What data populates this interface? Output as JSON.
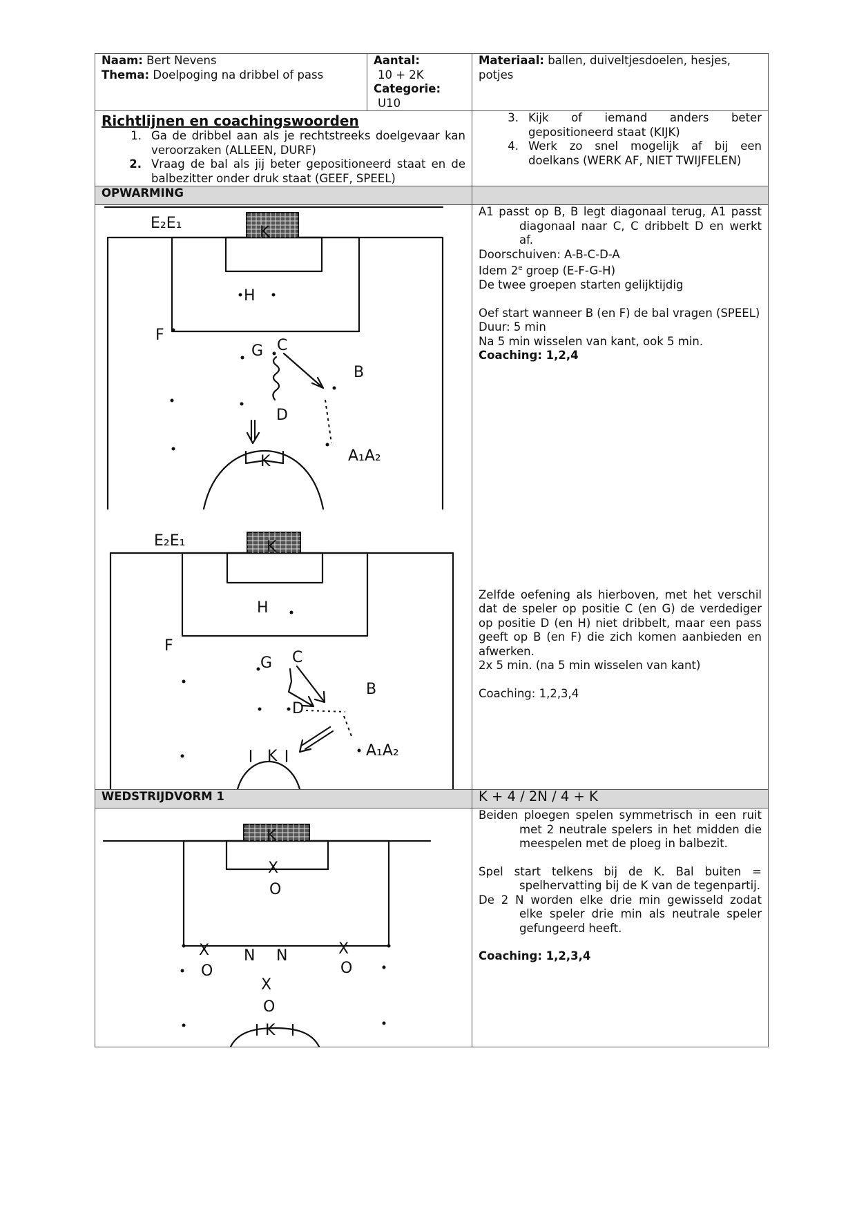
{
  "header": {
    "naam_label": "Naam:",
    "naam_value": "Bert Nevens",
    "thema_label": "Thema:",
    "thema_value": "Doelpoging na dribbel of pass",
    "aantal_label": "Aantal:",
    "aantal_value": "10 + 2K",
    "categorie_label": "Categorie:",
    "categorie_value": "U10",
    "materiaal_label": "Materiaal:",
    "materiaal_value": "ballen, duiveltjesdoelen, hesjes, potjes"
  },
  "guidelines": {
    "title": "Richtlijnen en coachingswoorden",
    "items": [
      {
        "num": "1.",
        "text": "Ga de dribbel aan als je rechtstreeks doelgevaar kan veroorzaken (ALLEEN, DURF)"
      },
      {
        "num": "2.",
        "text": "Vraag de bal als jij beter gepositioneerd staat en de balbezitter onder druk staat (GEEF, SPEEL)"
      },
      {
        "num": "3.",
        "text": "Kijk of iemand anders beter gepositioneerd staat (KIJK)"
      },
      {
        "num": "4.",
        "text": "Werk zo snel mogelijk af bij een doelkans (WERK AF, NIET TWIJFELEN)"
      }
    ]
  },
  "opwarming": {
    "title": "OPWARMING",
    "ex1": {
      "line1": "A1 passt op B, B legt diagonaal terug, A1 passt diagonaal naar C, C dribbelt D en werkt af.",
      "line2": "Doorschuiven: A-B-C-D-A",
      "line3a": "Idem 2",
      "line3sup": "e",
      "line3b": " groep (E-F-G-H)",
      "line4": "De twee groepen starten gelijktijdig",
      "line5": "Oef start wanneer B (en F) de bal vragen (SPEEL)",
      "line6": "Duur: 5 min",
      "line7": "Na 5 min wisselen van kant, ook 5 min.",
      "coaching": "Coaching: 1,2,4"
    },
    "ex2": {
      "text": "Zelfde oefening als hierboven, met het verschil dat de speler op positie C (en G) de verdediger op positie D (en H) niet dribbelt, maar een pass geeft op B (en F) die zich komen aanbieden en afwerken.",
      "duration": "2x 5 min. (na 5 min wisselen van kant)",
      "coaching": "Coaching: 1,2,3,4"
    }
  },
  "wedstrijdvorm": {
    "title": "WEDSTRIJDVORM 1",
    "format": "K + 4 / 2N / 4 + K",
    "line1": "Beiden ploegen spelen symmetrisch in een ruit met 2 neutrale spelers in het midden die meespelen met de ploeg in balbezit.",
    "line2": "Spel start telkens bij de K. Bal buiten = spelhervatting bij de K van de tegenpartij.",
    "line3": "De 2 N worden elke drie min gewisseld zodat elke speler drie min als neutrale speler gefungeerd heeft.",
    "coaching": "Coaching: 1,2,3,4"
  },
  "diagram_labels": {
    "d1": {
      "e": "E₂E₁",
      "f": "F",
      "h": "H",
      "g": "G",
      "c": "C",
      "b": "B",
      "d": "D",
      "k1": "K",
      "k2": "K",
      "a": "A₁A₂"
    },
    "d2": {
      "e": "E₂E₁",
      "f": "F",
      "h": "H",
      "g": "G",
      "c": "C",
      "b": "B",
      "d": "D",
      "k1": "K",
      "k2": "K",
      "a": "A₁A₂"
    },
    "d3": {
      "k1": "K",
      "x1": "X",
      "o1": "O",
      "x2": "X",
      "x3": "X",
      "n1": "N",
      "n2": "N",
      "o2": "O",
      "o3": "O",
      "x4": "X",
      "o4": "O",
      "k2": "K"
    }
  }
}
